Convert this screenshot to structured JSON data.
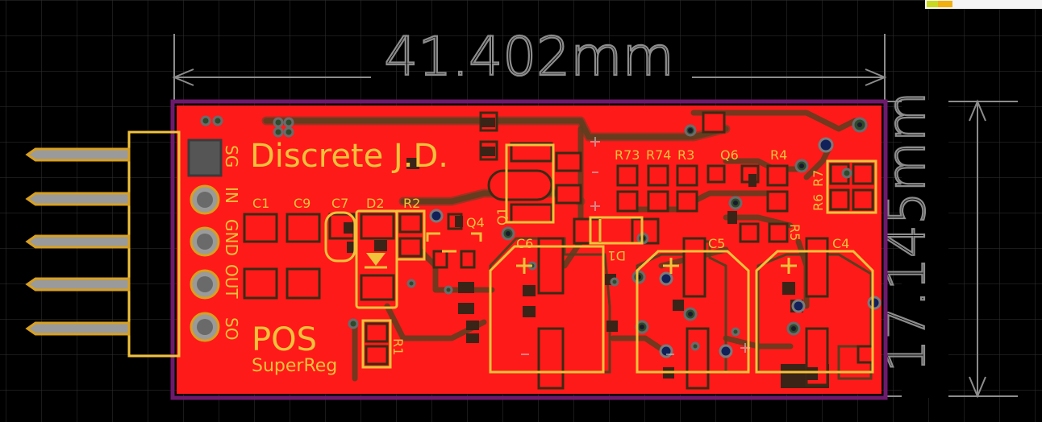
{
  "dimensions": {
    "width_label": "41.402mm",
    "height_label": "17.145mm"
  },
  "board": {
    "title": "Discrete J.D.",
    "subtitle": "POS",
    "product": "SuperReg",
    "colors": {
      "copper": "#ff1a1a",
      "outline": "#7a1f7a",
      "silkscreen": "#f2c23a",
      "dimension": "#8c8c8c",
      "background": "#000000"
    }
  },
  "connector": {
    "pins": [
      "SG",
      "IN",
      "GND",
      "OUT",
      "SO"
    ]
  },
  "components": {
    "C1": "C1",
    "C9": "C9",
    "C7": "C7",
    "D2": "D2",
    "R2": "R2",
    "R1": "R1",
    "Q4": "Q4",
    "Q1": "Q1",
    "C6": "C6",
    "D1": "D1",
    "C5": "C5",
    "C4": "C4",
    "R73": "R73",
    "R74": "R74",
    "R3": "R3",
    "Q6": "Q6",
    "R4": "R4",
    "R7": "R7",
    "R6": "R6",
    "R5": "R5"
  }
}
